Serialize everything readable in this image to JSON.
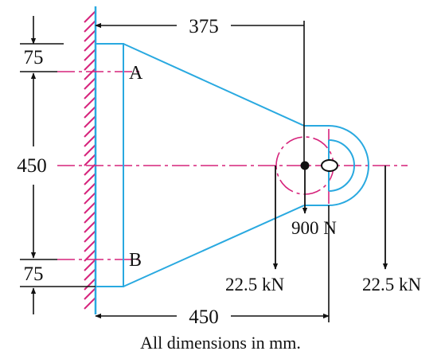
{
  "dimensions": {
    "top_width": "375",
    "top_offset": "75",
    "plate_height": "450",
    "bottom_offset": "75",
    "bottom_width": "450"
  },
  "points": {
    "a": "A",
    "b": "B"
  },
  "loads": {
    "weight": "900 N",
    "left_force": "22.5 kN",
    "right_force": "22.5 kN"
  },
  "caption": "All dimensions in mm.",
  "colors": {
    "member": "#29a9e0",
    "centerline": "#d6247c",
    "wall_hatch": "#d6247c",
    "ink": "#111111"
  }
}
